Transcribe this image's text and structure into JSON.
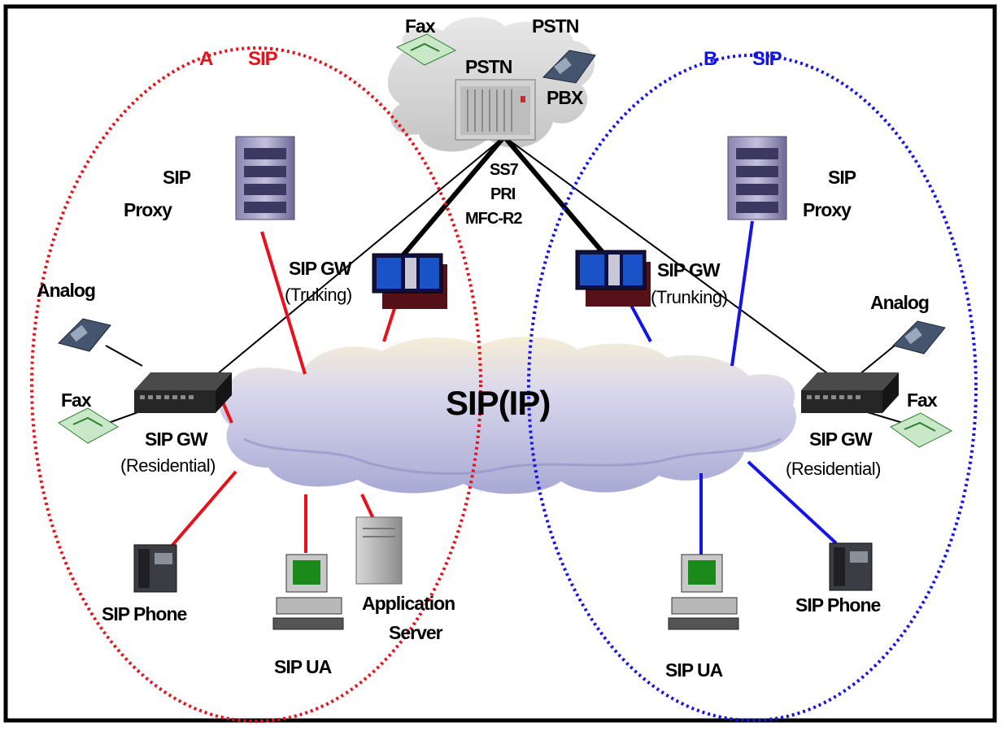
{
  "colors": {
    "domain_a": "#e8101a",
    "domain_b": "#1414e6",
    "ip_cloud": "#bcbde0",
    "pstn_cloud": "#d6d6d6"
  },
  "domain_a": {
    "letter": "A",
    "protocol": "SIP"
  },
  "domain_b": {
    "letter": "B",
    "protocol": "SIP"
  },
  "pstn": {
    "fax_label": "Fax",
    "pstn_corner_label": "PSTN",
    "switch_label": "PSTN",
    "pbx_label": "PBX",
    "signaling": [
      "SS7",
      "PRI",
      "MFC-R2"
    ]
  },
  "core": {
    "label": "SIP(IP)"
  },
  "left": {
    "proxy": [
      "SIP",
      "Proxy"
    ],
    "trunk_gw": {
      "title": "SIP GW",
      "sub": "(Truking)"
    },
    "analog": "Analog",
    "fax": "Fax",
    "res_gw": {
      "title": "SIP GW",
      "sub": "(Residential)"
    },
    "phone": "SIP Phone",
    "ua": "SIP UA",
    "app_server": [
      "Application",
      "Server"
    ]
  },
  "right": {
    "proxy": [
      "SIP",
      "Proxy"
    ],
    "trunk_gw": {
      "title": "SIP GW",
      "sub": "(Trunking)"
    },
    "analog": "Analog",
    "fax": "Fax",
    "res_gw": {
      "title": "SIP GW",
      "sub": "(Residential)"
    },
    "phone": "SIP Phone",
    "ua": "SIP UA"
  },
  "icons": {
    "server": "server-tower-icon",
    "gateway": "gateway-rack-icon",
    "switch": "network-switch-icon",
    "phone": "telephone-icon",
    "fax": "fax-machine-icon",
    "pc": "desktop-computer-icon"
  }
}
